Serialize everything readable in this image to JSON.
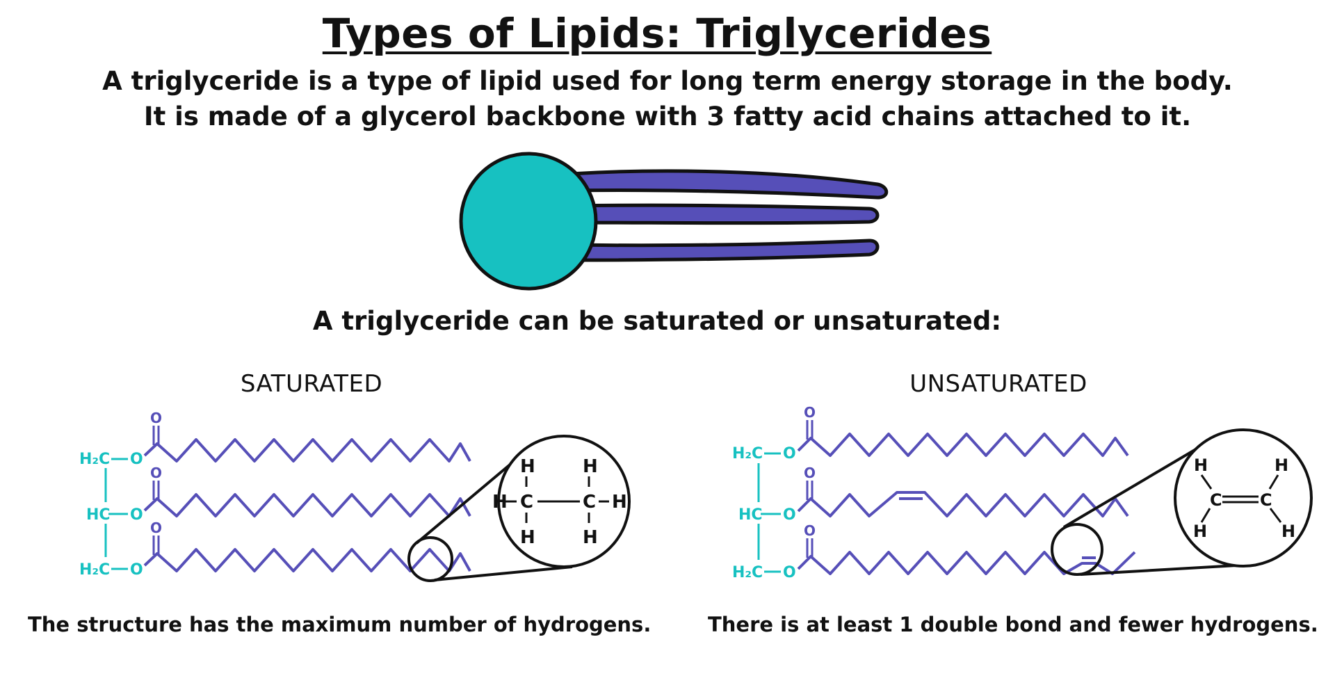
{
  "title": "Types of Lipids: Triglycerides",
  "intro": {
    "line1": "A triglyceride is a type of lipid used for long term energy storage in the body.",
    "line2": "It is made of a glycerol backbone with 3 fatty acid chains attached to it."
  },
  "question": "A triglyceride can be saturated or unsaturated:",
  "colors": {
    "glycerol": "#17c1c1",
    "fatty_acid": "#564fb8",
    "outline": "#111111"
  },
  "saturated": {
    "heading": "SATURATED",
    "caption": "The structure has the maximum number of hydrogens.",
    "backbone": {
      "h2c_top": "H₂C",
      "hc_mid": "HC",
      "h2c_bottom": "H₂C",
      "oxygen": "O",
      "carbonyl_o": "O"
    },
    "zoom": {
      "h": "H",
      "c": "C"
    }
  },
  "unsaturated": {
    "heading": "UNSATURATED",
    "caption": "There is at least 1 double bond and fewer hydrogens.",
    "backbone": {
      "h2c_top": "H₂C",
      "hc_mid": "HC",
      "h2c_bottom": "H₂C",
      "oxygen": "O",
      "carbonyl_o": "O"
    },
    "zoom": {
      "h": "H",
      "c": "C"
    }
  }
}
